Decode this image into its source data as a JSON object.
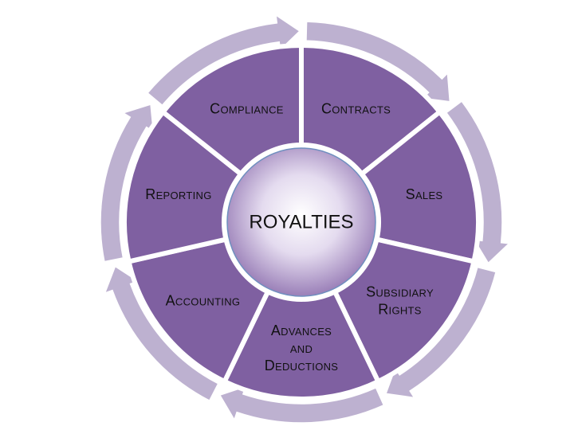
{
  "diagram": {
    "center": {
      "label": "ROYALTIES"
    },
    "segments": [
      {
        "name": "contracts",
        "lines": [
          "Contracts"
        ]
      },
      {
        "name": "sales",
        "lines": [
          "Sales"
        ]
      },
      {
        "name": "subsidiary-rights",
        "lines": [
          "Subsidiary",
          "Rights"
        ]
      },
      {
        "name": "advances-and-deductions",
        "lines": [
          "Advances",
          "and",
          "Deductions"
        ]
      },
      {
        "name": "accounting",
        "lines": [
          "Accounting"
        ]
      },
      {
        "name": "reporting",
        "lines": [
          "Reporting"
        ]
      },
      {
        "name": "compliance",
        "lines": [
          "Compliance"
        ]
      }
    ],
    "colors": {
      "segment_fill": "#7f60a1",
      "segment_stroke": "#ffffff",
      "arrow_fill": "#bdb1d0",
      "center_light": "#ffffff",
      "center_dark": "#8d6fae",
      "center_stroke": "#6f8fbf"
    }
  }
}
